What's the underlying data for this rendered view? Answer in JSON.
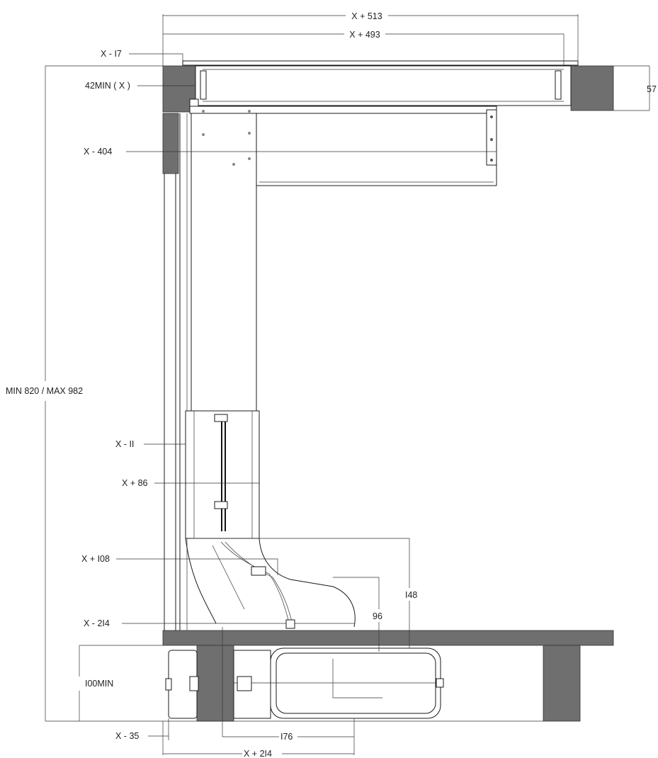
{
  "dimensions": {
    "top_overall": "X + 513",
    "top_inner": "X + 493",
    "x_minus_17": "X - I7",
    "min_42": "42MIN ( X )",
    "right_57": "57",
    "x_minus_404": "X - 404",
    "height_range": "MIN 820 / MAX 982",
    "x_minus_11": "X - II",
    "x_plus_86": "X + 86",
    "x_plus_108": "X + I08",
    "x_minus_214_upper": "X - 2I4",
    "dim_148": "I48",
    "dim_96": "96",
    "min_100": "I00MIN",
    "x_minus_35": "X - 35",
    "dim_176": "I76",
    "x_plus_214_bottom": "X + 2I4"
  },
  "colors": {
    "line": "#1a1a1a",
    "panel_grey": "#6f6f6f",
    "background": "#ffffff"
  }
}
